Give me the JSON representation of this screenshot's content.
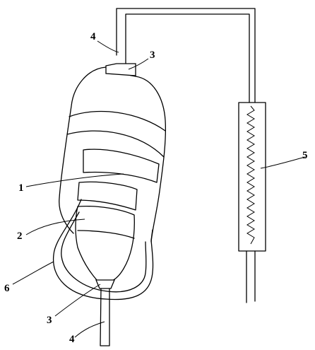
{
  "labels": {
    "tube_top": "4",
    "connector_top": "3",
    "bag_window": "1",
    "inner_bag": "2",
    "outer_sleeve": "6",
    "connector_bottom": "3",
    "tube_bottom": "4",
    "heater": "5"
  }
}
